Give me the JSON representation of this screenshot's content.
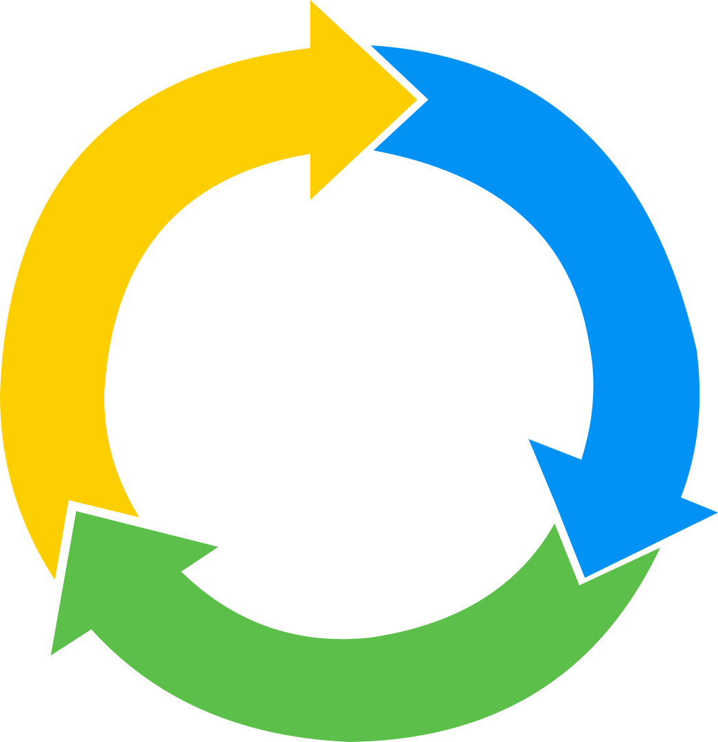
{
  "diagram": {
    "type": "cycle",
    "arrows": [
      {
        "id": "yellow",
        "color": "#FDCF00"
      },
      {
        "id": "blue",
        "color": "#0292F6"
      },
      {
        "id": "green",
        "color": "#5CBF4A"
      }
    ]
  }
}
